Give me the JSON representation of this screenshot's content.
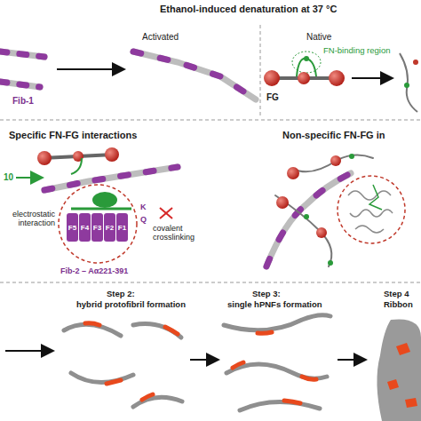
{
  "diagram": {
    "title": "Ethanol-induced denaturation at 37 °C",
    "nodes": [
      {
        "text": [
          "F5"
        ]
      },
      {
        "text": [
          "F4"
        ]
      },
      {
        "text": [
          "F3"
        ]
      },
      {
        "text": [
          "F2"
        ]
      },
      {
        "text": [
          "F1"
        ]
      }
    ],
    "labels": [
      "Activated",
      "Native",
      "FN-binding region",
      "FG",
      "Fib-1",
      "Specific FN-FG interactions",
      "Non-specific FN-FG in",
      "10",
      "electrostatic interaction",
      "K",
      "Q",
      "covalent crosslinking",
      "Fib-2 – Aα221-391",
      "Step 2:",
      "hybrid protofibril formation",
      "Step 3:",
      "single hPNFs formation",
      "Step 4",
      "Ribbon"
    ]
  }
}
